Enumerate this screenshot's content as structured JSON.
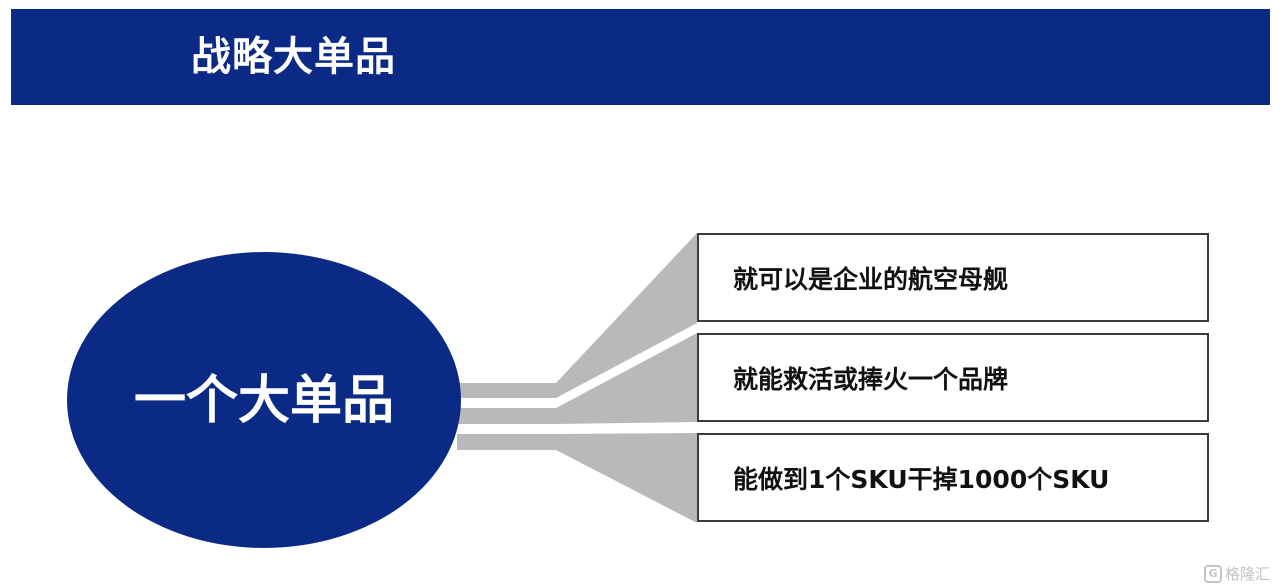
{
  "header": {
    "title": "战略大单品"
  },
  "center_node": {
    "label": "一个大单品"
  },
  "outcomes": [
    {
      "label": "就可以是企业的航空母舰"
    },
    {
      "label": "就能救活或捧火一个品牌"
    },
    {
      "label": "能做到1个SKU干掉1000个SKU"
    }
  ],
  "watermark": {
    "logo_letter": "G",
    "text": "格隆汇"
  },
  "colors": {
    "brand_navy": "#0b2a86",
    "connector_gray": "#b9b9b9",
    "box_border": "#3a3a3a"
  }
}
